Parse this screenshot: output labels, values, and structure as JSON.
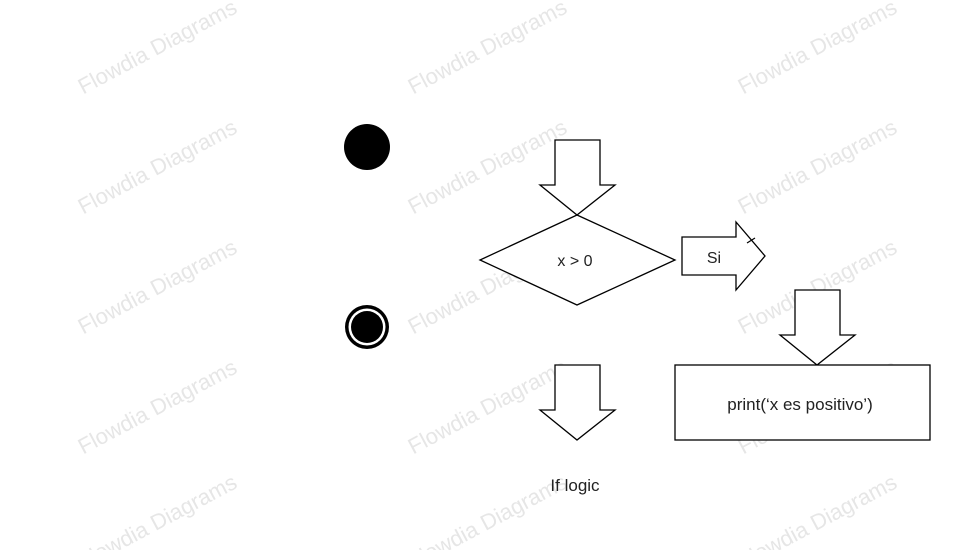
{
  "watermark": {
    "text": "Flowdia Diagrams",
    "color": "#e6e6e6"
  },
  "diagram": {
    "decision_label": "x > 0",
    "yes_label": "Si",
    "action_label": "print(‘x es positivo’)",
    "caption": "If logic"
  },
  "colors": {
    "stroke": "#000000",
    "fill": "#ffffff",
    "text": "#222222"
  }
}
